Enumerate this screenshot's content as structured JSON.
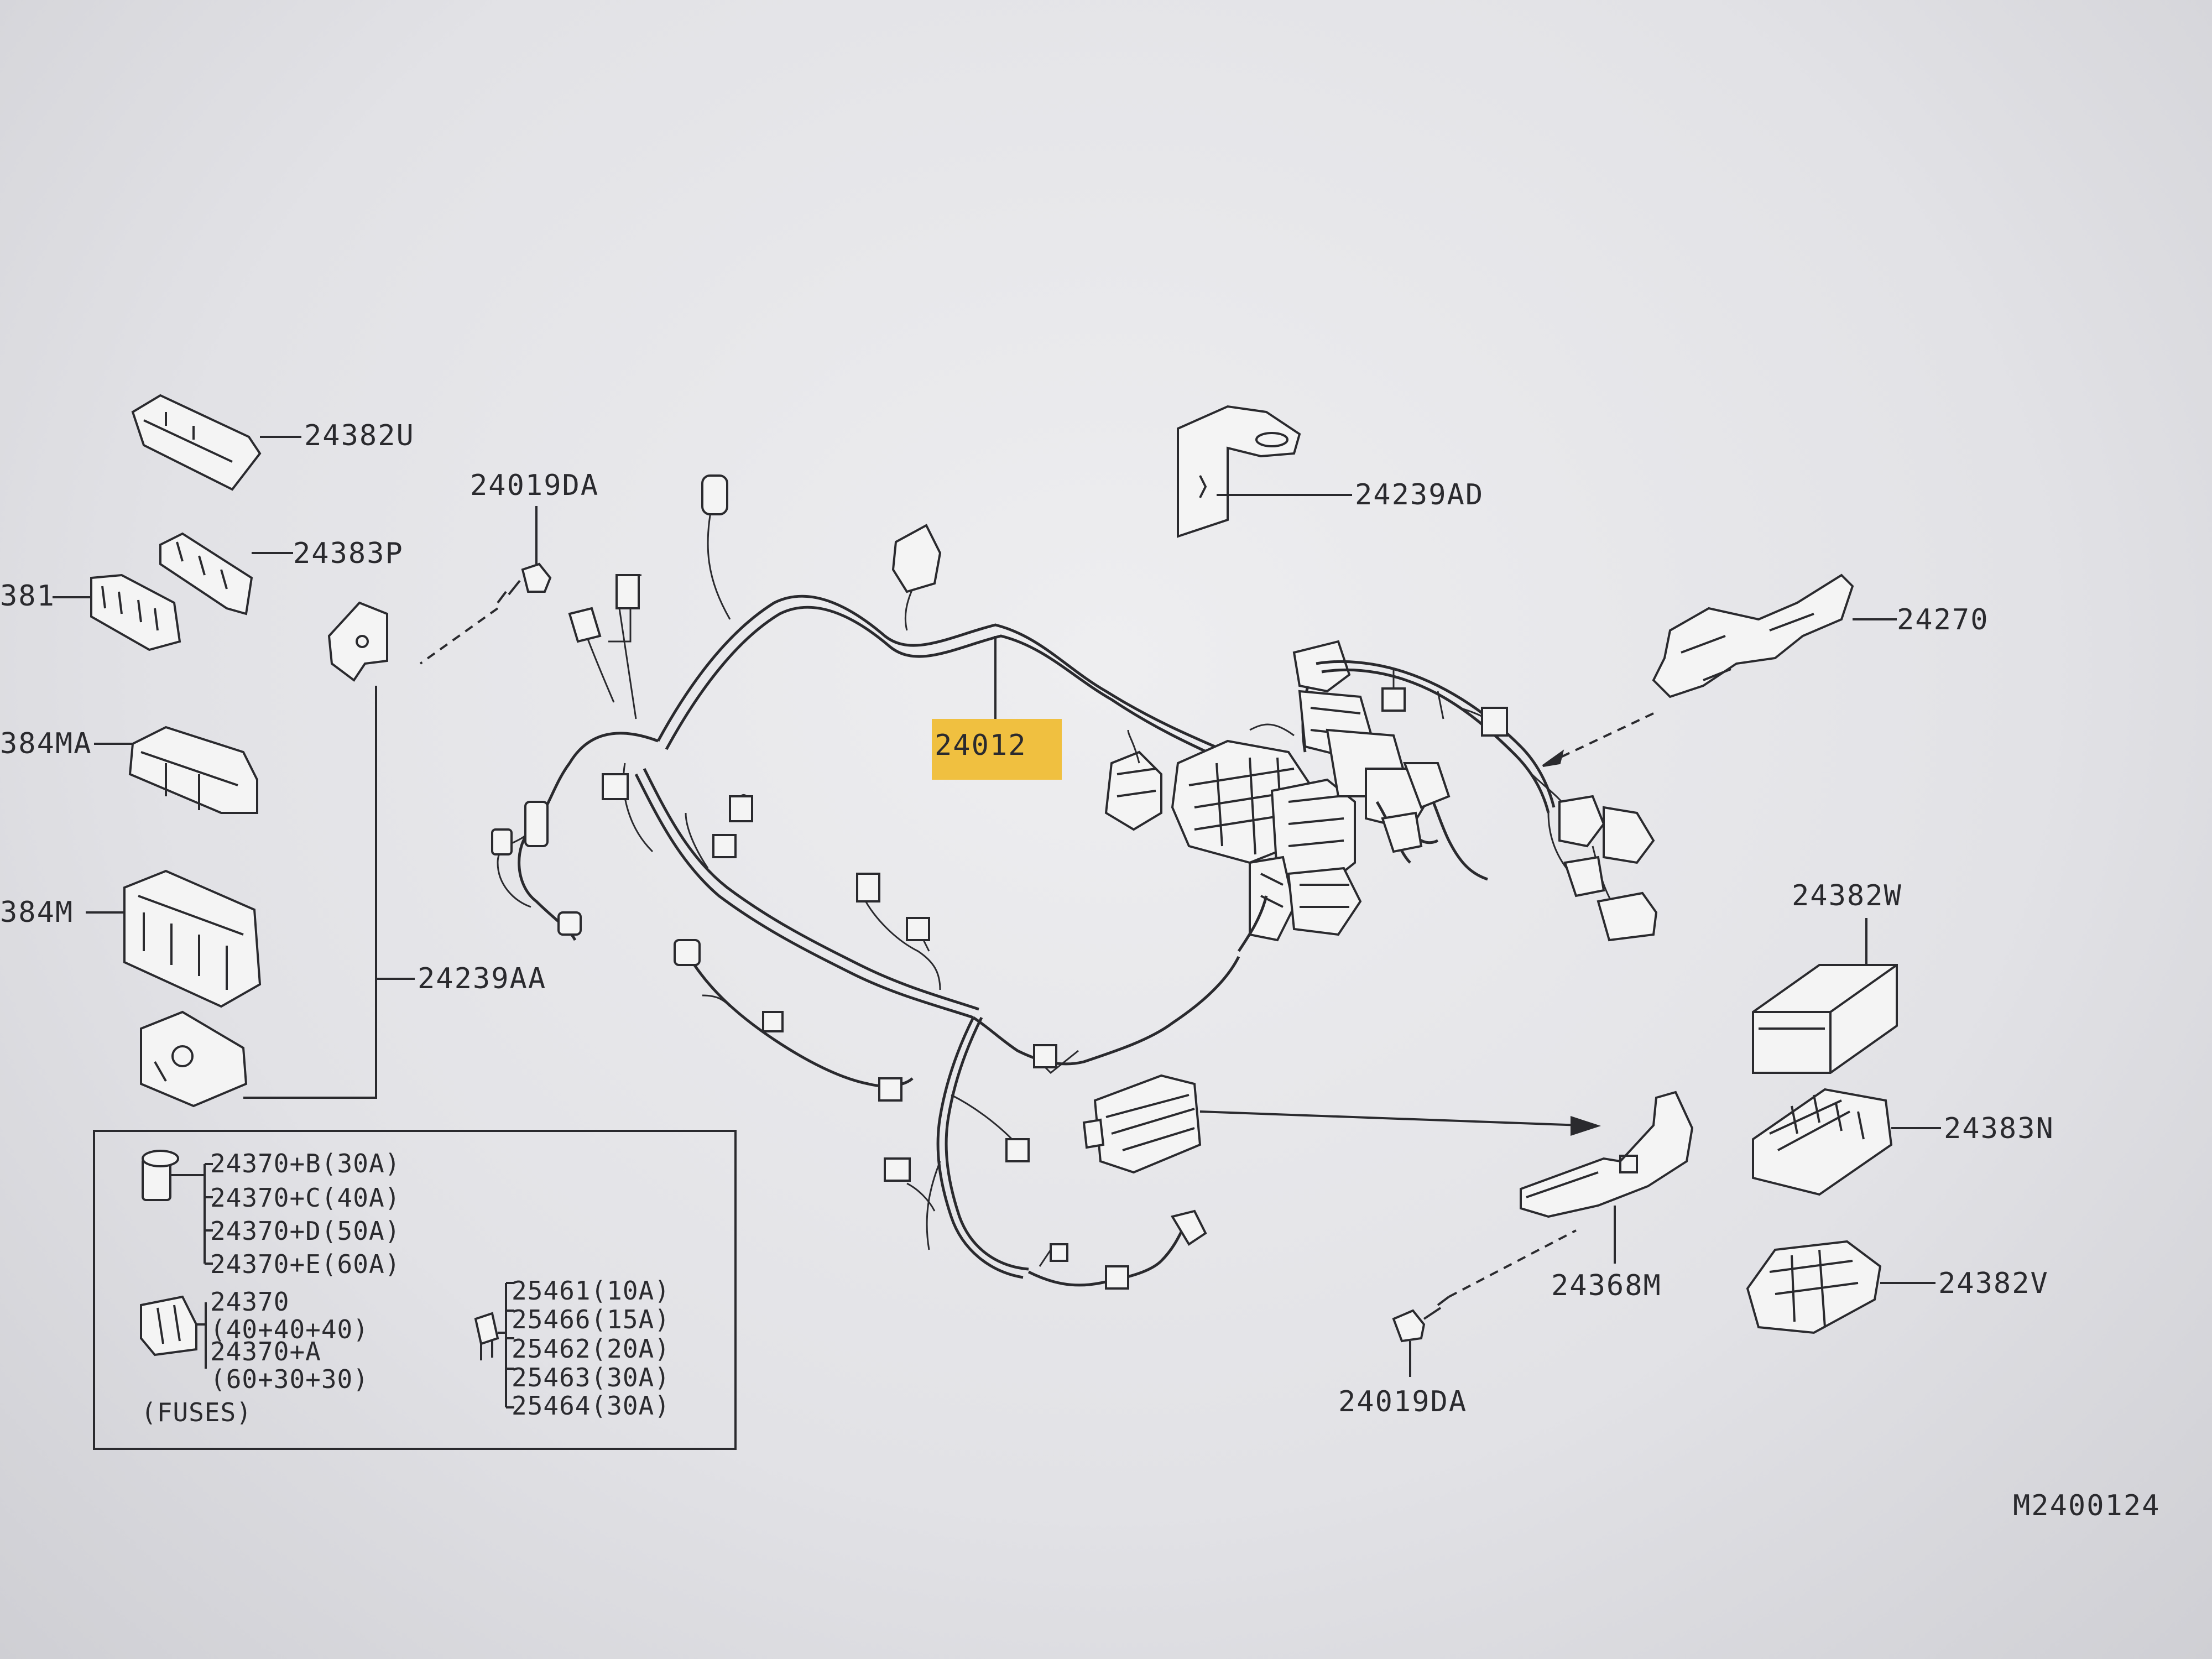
{
  "labels": {
    "p24382U": "24382U",
    "p24019DA_top": "24019DA",
    "p24383P": "24383P",
    "p381": "381",
    "p384MA": "384MA",
    "p384M": "384M",
    "p24239AA": "24239AA",
    "p24239AD": "24239AD",
    "p24270": "24270",
    "p24012": "24012",
    "p24382W": "24382W",
    "p24383N": "24383N",
    "p24368M": "24368M",
    "p24382V": "24382V",
    "p24019DA_bottom": "24019DA",
    "diagram_code": "M2400124"
  },
  "fuses": {
    "caption": "(FUSES)",
    "single": [
      "24370+B(30A)",
      "24370+C(40A)",
      "24370+D(50A)",
      "24370+E(60A)"
    ],
    "triple_a_line1": "24370",
    "triple_a_line2": "(40+40+40)",
    "triple_b_line1": "24370+A",
    "triple_b_line2": "(60+30+30)",
    "mini": [
      "25461(10A)",
      "25466(15A)",
      "25462(20A)",
      "25463(30A)",
      "25464(30A)"
    ]
  },
  "colors": {
    "line": "#2a2a2e",
    "highlight": "#f0c040",
    "paper": "#e8e8ec"
  }
}
